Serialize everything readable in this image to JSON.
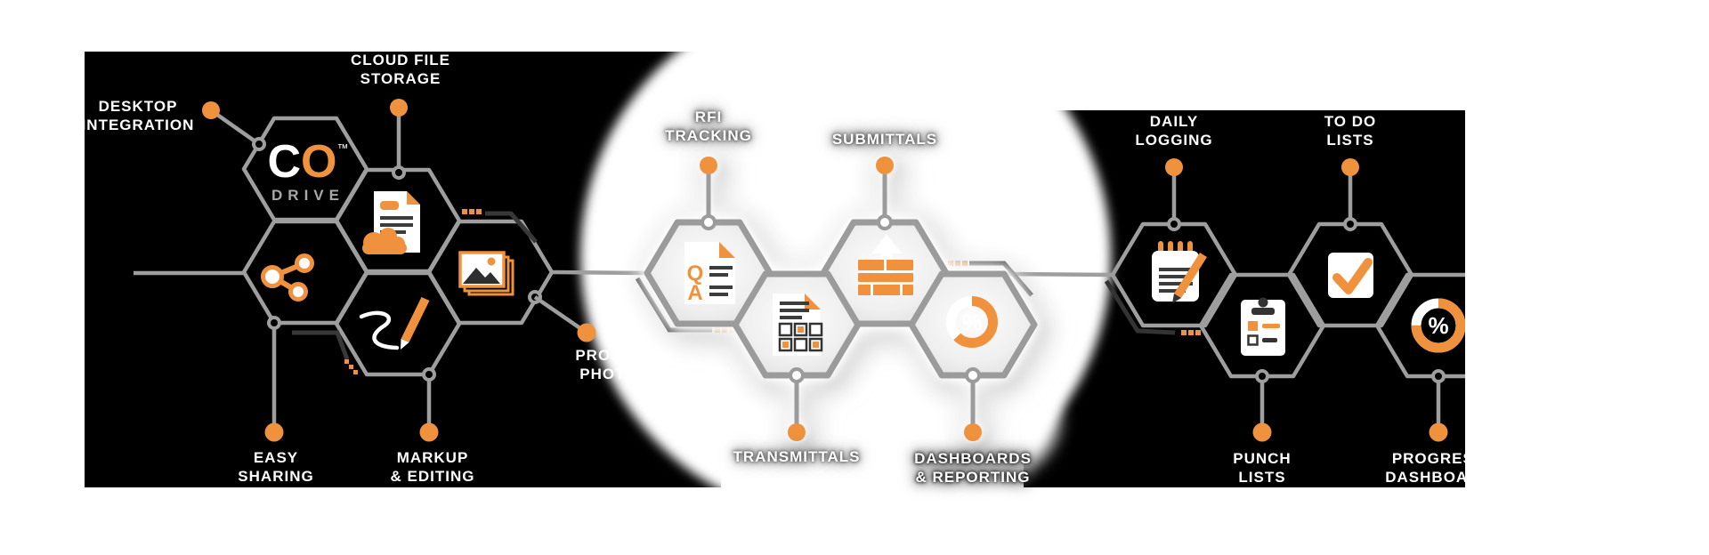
{
  "brand": {
    "c": "C",
    "o": "O",
    "tm": "™",
    "drive": "DRIVE"
  },
  "colors": {
    "orange": "#F0923D",
    "panel_black": "#000000",
    "hex_line_gray": "#9E9E9E",
    "mid_hex_gray": "#9B9B9B",
    "accent_dark": "#383838",
    "doc_line_dark": "#3C3C3C",
    "drive_gray": "#A8A8A8",
    "label_white": "#FFFFFF"
  },
  "left": {
    "desktop_line1": "DESKTOP",
    "desktop_line2": "INTEGRATION",
    "cloud_line1": "CLOUD FILE",
    "cloud_line2": "STORAGE",
    "easy_line1": "EASY",
    "easy_line2": "SHARING",
    "markup_line1": "MARKUP",
    "markup_line2": "& EDITING",
    "photos_line1": "PROJECT",
    "photos_line2": "PHOTOS"
  },
  "middle": {
    "rfi_line1": "RFI",
    "rfi_line2": "TRACKING",
    "submittals": "SUBMITTALS",
    "transmittals": "TRANSMITTALS",
    "dashboards_line1": "DASHBOARDS",
    "dashboards_line2": "& REPORTING",
    "rfi_q": "Q",
    "rfi_a": "A",
    "donut_percent": "%"
  },
  "right": {
    "daily_line1": "DAILY",
    "daily_line2": "LOGGING",
    "todo_line1": "TO DO",
    "todo_line2": "LISTS",
    "punch_line1": "PUNCH",
    "punch_line2": "LISTS",
    "progress_line1": "PROGRESS",
    "progress_line2": "DASHBOARD",
    "donut_percent": "%"
  },
  "icons": {
    "left": [
      "co-drive-logo",
      "cloud-document-icon",
      "share-icon",
      "markup-pencil-icon",
      "photos-stack-icon"
    ],
    "middle": [
      "rfi-qa-document-icon",
      "transmittals-document-icon",
      "submittals-upload-icon",
      "dashboards-donut-icon"
    ],
    "right": [
      "daily-notepad-icon",
      "punch-clipboard-icon",
      "todo-checkbox-icon",
      "progress-donut-icon"
    ]
  }
}
